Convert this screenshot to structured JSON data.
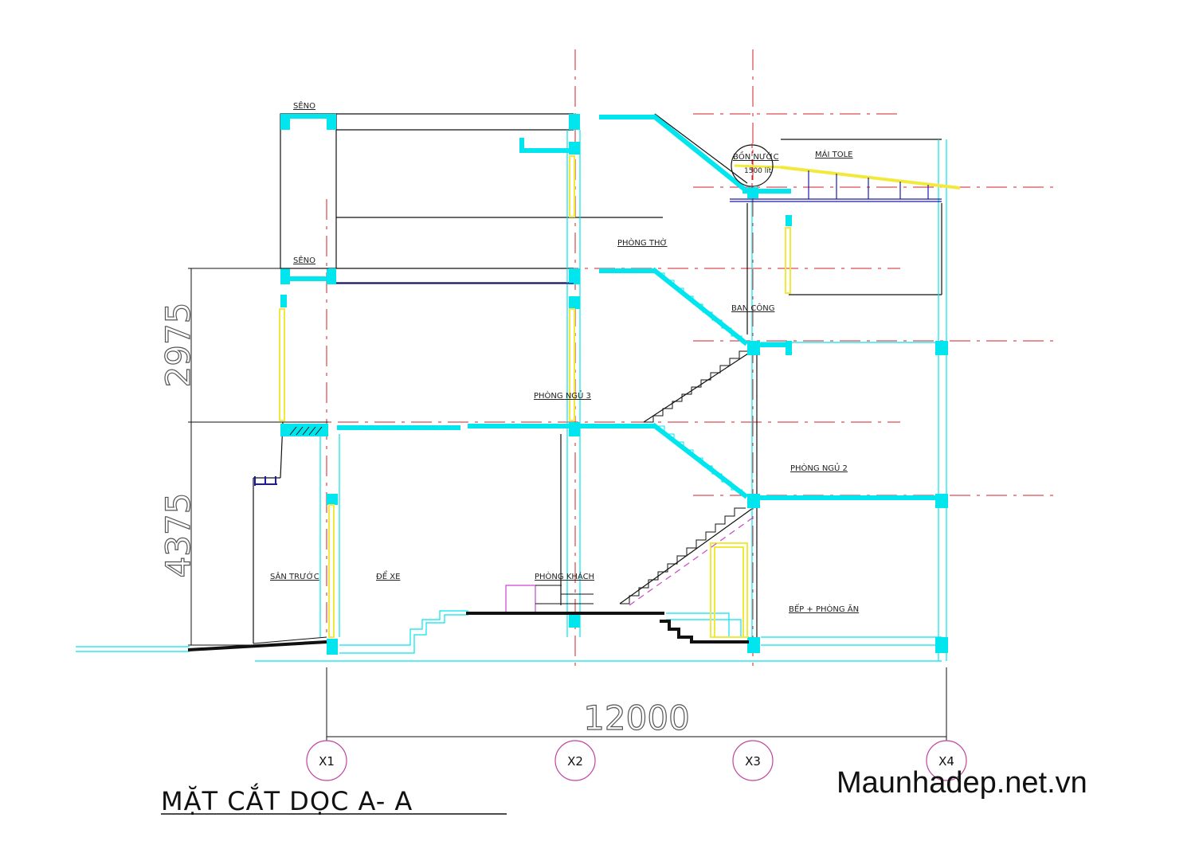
{
  "title": "MẶT CẮT DỌC A- A",
  "watermark": "Maunhadep.net.vn",
  "dimensions": {
    "total_width": "12000",
    "floor1_height": "4375",
    "floor2_height": "2975"
  },
  "axes": [
    "X1",
    "X2",
    "X3",
    "X4"
  ],
  "rooms": {
    "seno_top": "SÊNO",
    "seno_mid": "SÊNO",
    "bon_nuoc": "BỒN NƯỚC",
    "bon_nuoc_cap": "1500 lít",
    "mai_tole": "MÁI TOLE",
    "phong_tho": "PHÒNG THỜ",
    "ban_cong": "BAN CÔNG",
    "phong_ngu_3": "PHÒNG NGỦ 3",
    "phong_ngu_2": "PHÒNG NGỦ 2",
    "san_truoc": "SÂN TRƯỚC",
    "de_xe": "ĐỂ XE",
    "phong_khach": "PHÒNG KHÁCH",
    "bep_phong_an": "BẾP + PHÒNG ĂN"
  },
  "colors": {
    "cyan": "#00e5ee",
    "red_grid": "#d2202a",
    "yellow": "#f2ea3a",
    "magenta": "#cc44cc",
    "blue": "#1a1aa8"
  }
}
